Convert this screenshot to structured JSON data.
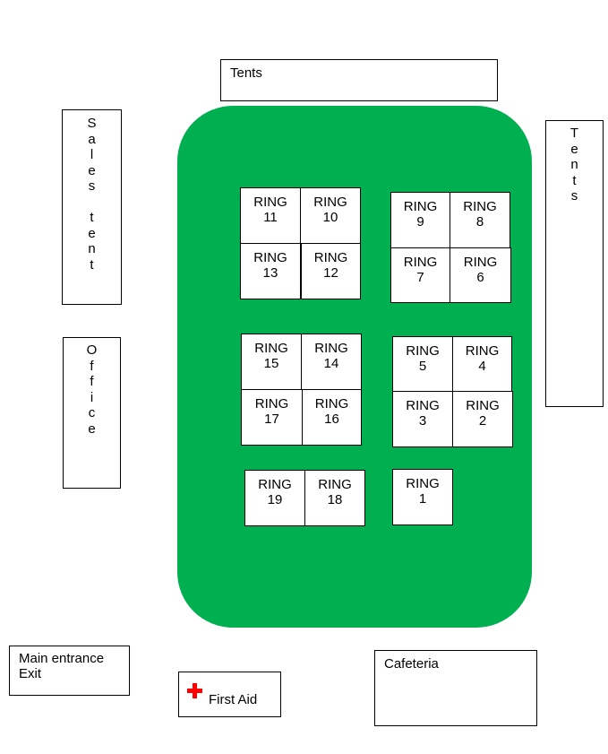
{
  "colors": {
    "field": "#00b050",
    "first_aid_cross": "#ff0000"
  },
  "areas": {
    "tents_top": "Tents",
    "tents_right": [
      "T",
      "e",
      "n",
      "t",
      "s"
    ],
    "sales_tent": [
      "S",
      "a",
      "l",
      "e",
      "s",
      "",
      "t",
      "e",
      "n",
      "t"
    ],
    "office": [
      "O",
      "f",
      "f",
      "i",
      "c",
      "e"
    ],
    "main_entrance": "Main entrance\nExit",
    "first_aid": "First Aid",
    "cafeteria": "Cafeteria"
  },
  "rings": {
    "r1": [
      "RING",
      "1"
    ],
    "r2": [
      "RING",
      "2"
    ],
    "r3": [
      "RING",
      "3"
    ],
    "r4": [
      "RING",
      "4"
    ],
    "r5": [
      "RING",
      "5"
    ],
    "r6": [
      "RING",
      "6"
    ],
    "r7": [
      "RING",
      "7"
    ],
    "r8": [
      "RING",
      "8"
    ],
    "r9": [
      "RING",
      "9"
    ],
    "r10": [
      "RING",
      "10"
    ],
    "r11": [
      "RING",
      "11"
    ],
    "r12": [
      "RING",
      "12"
    ],
    "r13": [
      "RING",
      "13"
    ],
    "r14": [
      "RING",
      "14"
    ],
    "r15": [
      "RING",
      "15"
    ],
    "r16": [
      "RING",
      "16"
    ],
    "r17": [
      "RING",
      "17"
    ],
    "r18": [
      "RING",
      "18"
    ],
    "r19": [
      "RING",
      "19"
    ]
  }
}
